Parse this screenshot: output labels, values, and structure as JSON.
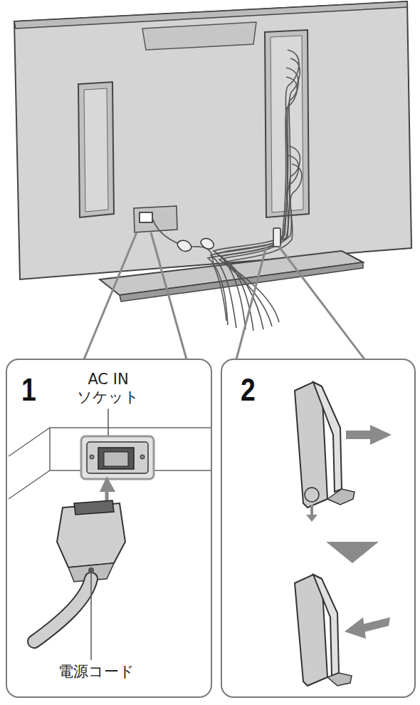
{
  "diagram": {
    "nodes": [
      {
        "text": [
          "1"
        ]
      },
      {
        "text": [
          "2"
        ]
      }
    ],
    "labels": [
      "AC IN ソケット",
      "電源コード"
    ]
  }
}
